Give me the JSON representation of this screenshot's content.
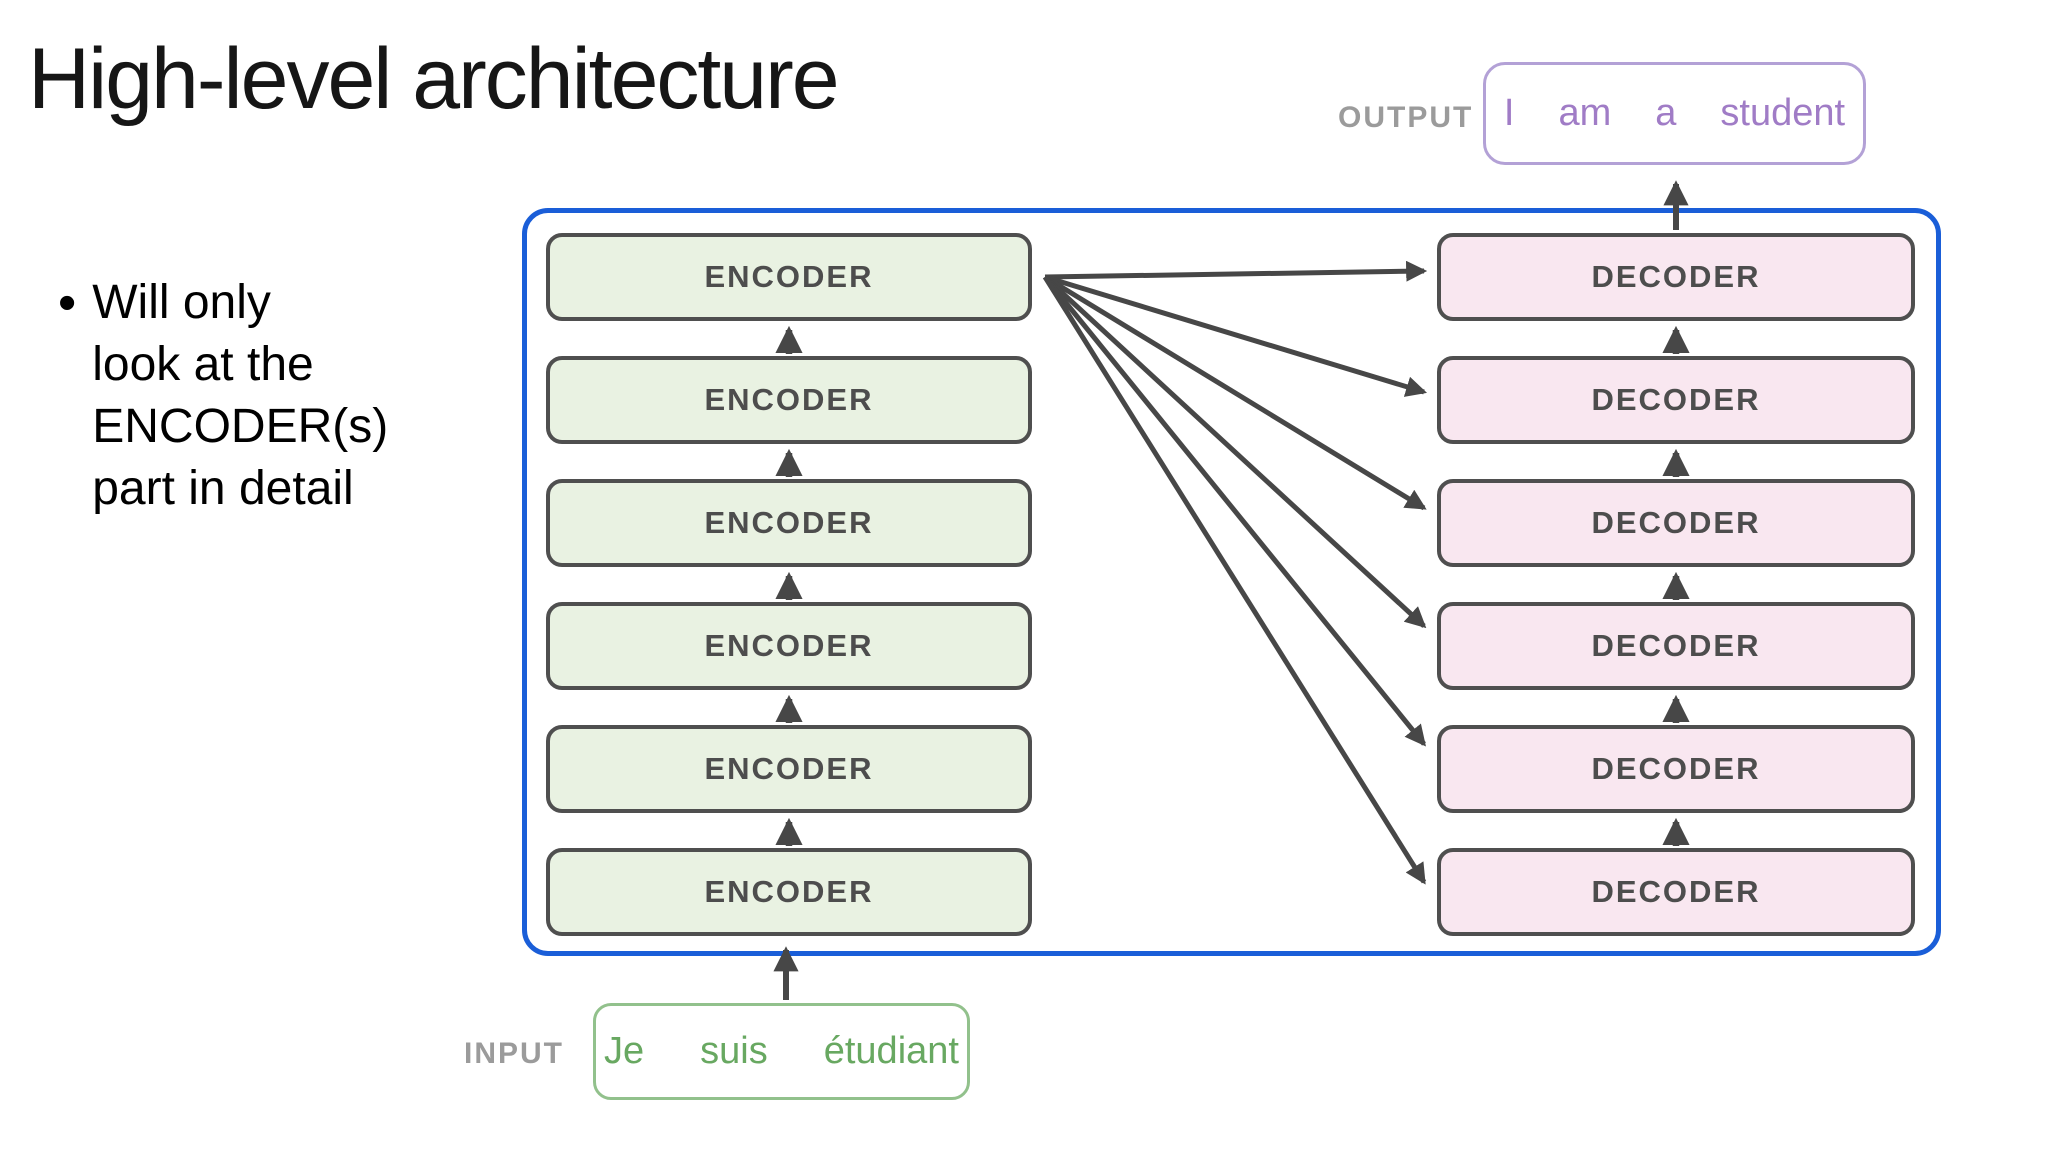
{
  "slide": {
    "title": "High-level architecture",
    "bullet": {
      "marker": "•",
      "lines": [
        "Will only",
        "look at the",
        "ENCODER(s)",
        "part in detail"
      ]
    }
  },
  "output": {
    "label": "OUTPUT",
    "words": [
      "I",
      "am",
      "a",
      "student"
    ]
  },
  "input": {
    "label": "INPUT",
    "words": [
      "Je",
      "suis",
      "étudiant"
    ]
  },
  "stacks": {
    "encoders": [
      "ENCODER",
      "ENCODER",
      "ENCODER",
      "ENCODER",
      "ENCODER",
      "ENCODER"
    ],
    "decoders": [
      "DECODER",
      "DECODER",
      "DECODER",
      "DECODER",
      "DECODER",
      "DECODER"
    ]
  },
  "colors": {
    "container_border_blue": "#1a5ed8",
    "block_border_gray": "#4f4f4f",
    "arrow_gray": "#474747",
    "encoder_fill_green": "#e9f2e2",
    "decoder_fill_pink": "#f9e7f0",
    "block_text_gray": "#4d4d4d",
    "output_border_purple": "#b3a1d6",
    "output_text_purple": "#a07cc6",
    "input_border_green": "#92c18c",
    "input_text_green": "#68a861",
    "io_label_gray": "#9b9b9b",
    "title_black": "#161616"
  }
}
